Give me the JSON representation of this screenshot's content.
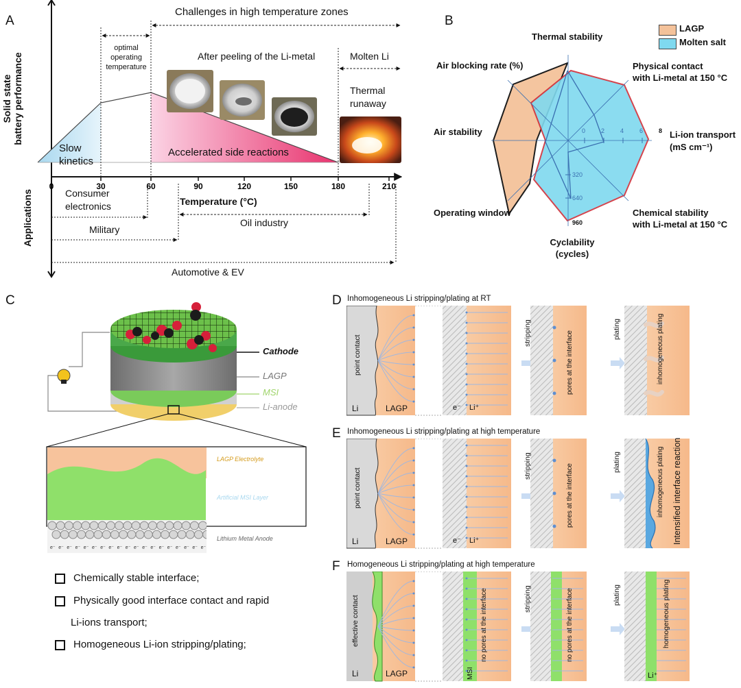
{
  "panel_a": {
    "label": "A",
    "y_top_label_1": "Solid state",
    "y_top_label_2": "battery performance",
    "y_bottom_label": "Applications",
    "challenges": "Challenges in high temperature zones",
    "optimal_1": "optimal",
    "optimal_2": "operating",
    "optimal_3": "temperature",
    "peeling": "After peeling of the Li-metal",
    "molten": "Molten Li",
    "thermal_1": "Thermal",
    "thermal_2": "runaway",
    "slow_1": "Slow",
    "slow_2": "kinetics",
    "accelerated": "Accelerated side reactions",
    "x_title": "Temperature (°C)",
    "ticks": [
      "0",
      "30",
      "60",
      "90",
      "120",
      "150",
      "180",
      "210"
    ],
    "apps": [
      "Consumer",
      "electronics",
      "Military",
      "Oil industry",
      "Automotive & EV"
    ],
    "chart_data": {
      "type": "line",
      "x": [
        0,
        30,
        60,
        180
      ],
      "y_description": "qualitative performance",
      "xlabel": "Temperature (°C)",
      "xlim": [
        0,
        210
      ]
    }
  },
  "panel_b": {
    "label": "B",
    "legend": [
      "LAGP",
      "Molten salt"
    ],
    "axes": {
      "thermal": "Thermal stability",
      "physical_1": "Physical contact",
      "physical_2": "with Li-metal at 150 °C",
      "liion_1": "Li-ion transport",
      "liion_2": "(mS cm⁻¹)",
      "chemical_1": "Chemical stability",
      "chemical_2": "with Li-metal at 150 °C",
      "cyc_1": "Cyclability",
      "cyc_2": "(cycles)",
      "operating": "Operating window",
      "air_stab": "Air stability",
      "air_block": "Air blocking rate (%)"
    },
    "ticks_liion": [
      "0",
      "2",
      "4",
      "6",
      "8"
    ],
    "ticks_cyc": [
      "320",
      "640",
      "960"
    ],
    "colors": {
      "lagp": "#f4c29a",
      "molten": "#7fd9ef",
      "red": "#d0303a"
    }
  },
  "panel_c": {
    "label": "C",
    "cathode": "Cathode",
    "lagp": "LAGP",
    "msi": "MSI",
    "anode": "Li-anode",
    "zoom_lagp": "LAGP Electrolyte",
    "zoom_msi": "Artificial MSI Layer",
    "zoom_li": "Lithium Metal Anode",
    "features": [
      "Chemically stable interface;",
      "Physically good interface contact and rapid",
      "Li-ions transport;",
      "Homogeneous Li-ion stripping/plating;"
    ]
  },
  "panel_d": {
    "label": "D",
    "title": "Inhomogeneous Li stripping/plating at RT",
    "point_contact": "point contact",
    "li": "Li",
    "lagp": "LAGP",
    "e": "e⁻",
    "liplus": "Li⁺",
    "stripping": "stripping",
    "pores": "pores at the interface",
    "plating": "plating",
    "inhomo": "inhomogeneous plating"
  },
  "panel_e": {
    "label": "E",
    "title": "Inhomogeneous Li stripping/plating at high temperature",
    "point_contact": "point contact",
    "li": "Li",
    "lagp": "LAGP",
    "e": "e⁻",
    "liplus": "Li⁺",
    "stripping": "stripping",
    "pores": "pores at the interface",
    "plating": "plating",
    "inhomo": "inhomogeneous plating",
    "intensified": "Intensified interface reaction"
  },
  "panel_f": {
    "label": "F",
    "title": "Homogeneous Li stripping/plating at high temperature",
    "effective": "effective contact",
    "li": "Li",
    "lagp": "LAGP",
    "msi": "MSI",
    "no_pores": "no pores at the interface",
    "stripping": "stripping",
    "plating": "plating",
    "homo": "homogeneous plating",
    "liplus": "Li⁺"
  }
}
